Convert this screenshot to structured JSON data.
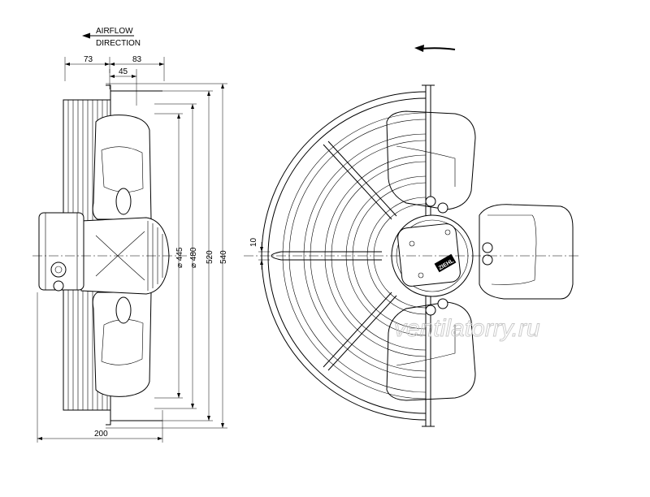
{
  "airflow": {
    "line1": "AIRFLOW",
    "line2": "DIRECTION"
  },
  "dimensions": {
    "top_left": "73",
    "top_right": "83",
    "offset": "45",
    "bottom": "200",
    "d445": "⌀ 445",
    "d480": "⌀ 480",
    "h520": "520",
    "h540": "540",
    "small": "10"
  },
  "nameplate": "ZIEHL",
  "watermark": "ventilatorry.ru"
}
